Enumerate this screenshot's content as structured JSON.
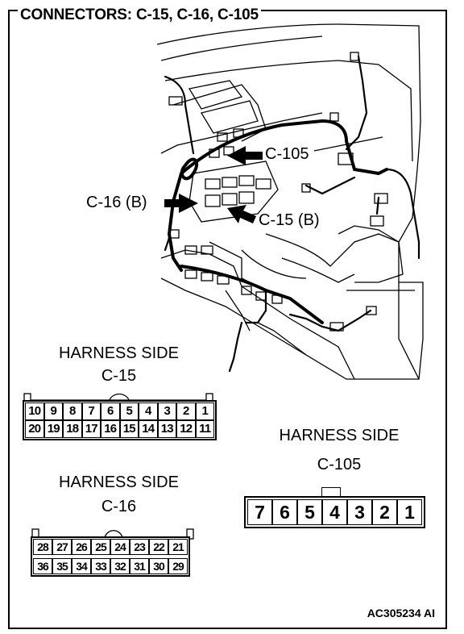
{
  "title": "CONNECTORS: C-15, C-16, C-105",
  "callouts": {
    "c105": "C-105",
    "c16b": "C-16 (B)",
    "c15b": "C-15 (B)"
  },
  "connectors": {
    "c15": {
      "side_label": "HARNESS SIDE",
      "name": "C-15",
      "top_row": [
        "10",
        "9",
        "8",
        "7",
        "6",
        "5",
        "4",
        "3",
        "2",
        "1"
      ],
      "bottom_row": [
        "20",
        "19",
        "18",
        "17",
        "16",
        "15",
        "14",
        "13",
        "12",
        "11"
      ]
    },
    "c16": {
      "side_label": "HARNESS SIDE",
      "name": "C-16",
      "top_row": [
        "28",
        "27",
        "26",
        "25",
        "24",
        "23",
        "22",
        "21"
      ],
      "bottom_row": [
        "36",
        "35",
        "34",
        "33",
        "32",
        "31",
        "30",
        "29"
      ]
    },
    "c105": {
      "side_label": "HARNESS SIDE",
      "name": "C-105",
      "row": [
        "7",
        "6",
        "5",
        "4",
        "3",
        "2",
        "1"
      ]
    }
  },
  "figure_id": "AC305234 AI"
}
